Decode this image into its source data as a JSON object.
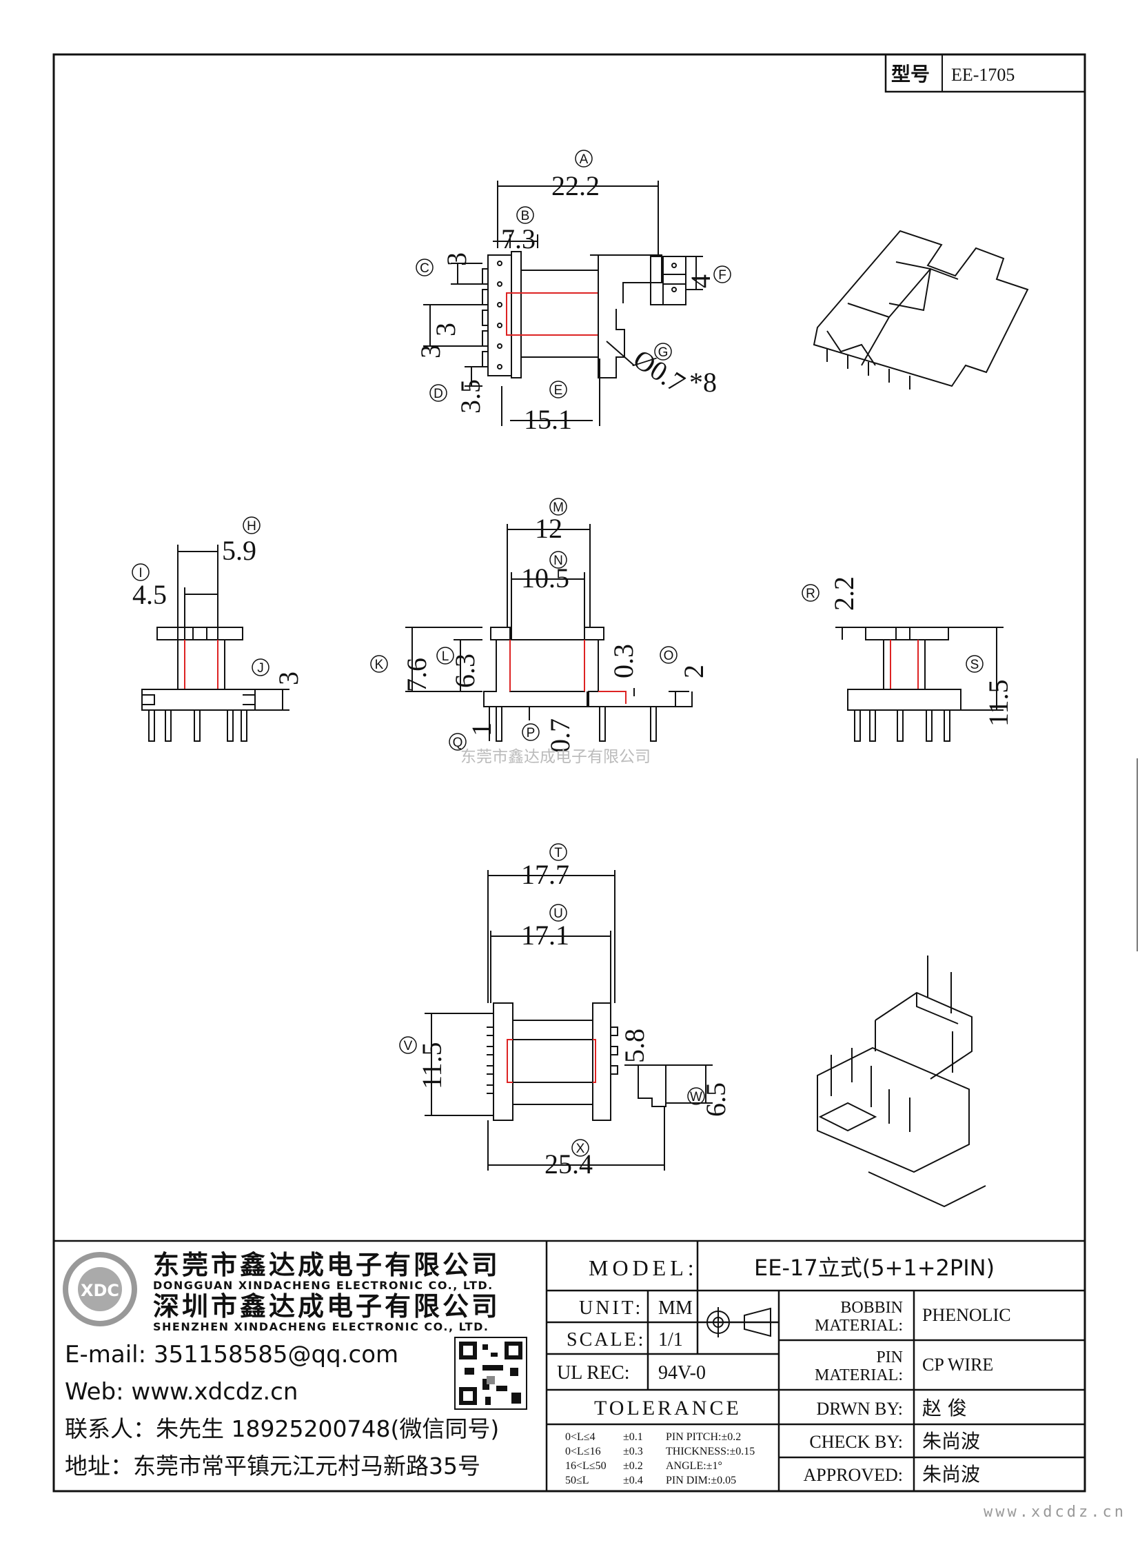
{
  "header": {
    "type_label": "型号",
    "type_value": "EE-1705"
  },
  "dims": {
    "A": "22.2",
    "B": "7.3",
    "C_top": "3",
    "C_mid": "3",
    "D_a": "3",
    "D_b": "3.5",
    "E": "15.1",
    "F": "4",
    "G": "Ø0.7",
    "G_note": "*8",
    "H": "5.9",
    "I": "4.5",
    "J": "3",
    "M": "12",
    "N": "10.5",
    "K": "7.6",
    "L": "6.3",
    "O_a": "0.3",
    "O_b": "2",
    "Q": "1",
    "P": "0.7",
    "R": "2.2",
    "S": "11.5",
    "T": "17.7",
    "U": "17.1",
    "V": "11.5",
    "W_a": "5.8",
    "W_b": "6.5",
    "X": "25.4"
  },
  "markers": {
    "A": "A",
    "B": "B",
    "C": "C",
    "D": "D",
    "E": "E",
    "F": "F",
    "G": "G",
    "H": "H",
    "I": "I",
    "J": "J",
    "K": "K",
    "L": "L",
    "M": "M",
    "N": "N",
    "O": "O",
    "P": "P",
    "Q": "Q",
    "R": "R",
    "S": "S",
    "T": "T",
    "U": "U",
    "V": "V",
    "W": "W",
    "X": "X"
  },
  "watermark": "东莞市鑫达成电子有限公司",
  "company": {
    "name1": "东莞市鑫达成电子有限公司",
    "name1_en": "DONGGUAN XINDACHENG ELECTRONIC CO., LTD.",
    "name2": "深圳市鑫达成电子有限公司",
    "name2_en": "SHENZHEN XINDACHENG ELECTRONIC CO., LTD.",
    "logo_text": "XDC",
    "email": "E-mail:  351158585@qq.com",
    "web": "Web:  www.xdcdz.cn",
    "contact": "联系人：朱先生 18925200748(微信同号)",
    "address": "地址：东莞市常平镇元江元村马新路35号"
  },
  "title_block": {
    "model_label": "MODEL:",
    "model_value": "EE-17立式(5+1+2PIN)",
    "unit_label": "UNIT:",
    "unit_value": "MM",
    "scale_label": "SCALE:",
    "scale_value": "1/1",
    "ul_label": "UL REC:",
    "ul_value": "94V-0",
    "tolerance_label": "TOLERANCE",
    "tol_rows": [
      {
        "range": "0<L≤4",
        "tol": "±0.1",
        "spec": "PIN PITCH:±0.2"
      },
      {
        "range": "0<L≤16",
        "tol": "±0.3",
        "spec": "THICKNESS:±0.15"
      },
      {
        "range": "16<L≤50",
        "tol": "±0.2",
        "spec": "ANGLE:±1°"
      },
      {
        "range": "50≤L",
        "tol": "±0.4",
        "spec": "PIN DIM:±0.05"
      }
    ],
    "bobbin_label1": "BOBBIN",
    "bobbin_label2": "MATERIAL:",
    "bobbin_value": "PHENOLIC",
    "pin_label1": "PIN",
    "pin_label2": "MATERIAL:",
    "pin_value": "CP WIRE",
    "drawn_label": "DRWN BY:",
    "drawn_value": "赵  俊",
    "check_label": "CHECK BY:",
    "check_value": "朱尚波",
    "approved_label": "APPROVED:",
    "approved_value": "朱尚波"
  },
  "footer_url": "www.xdcdz.cn"
}
